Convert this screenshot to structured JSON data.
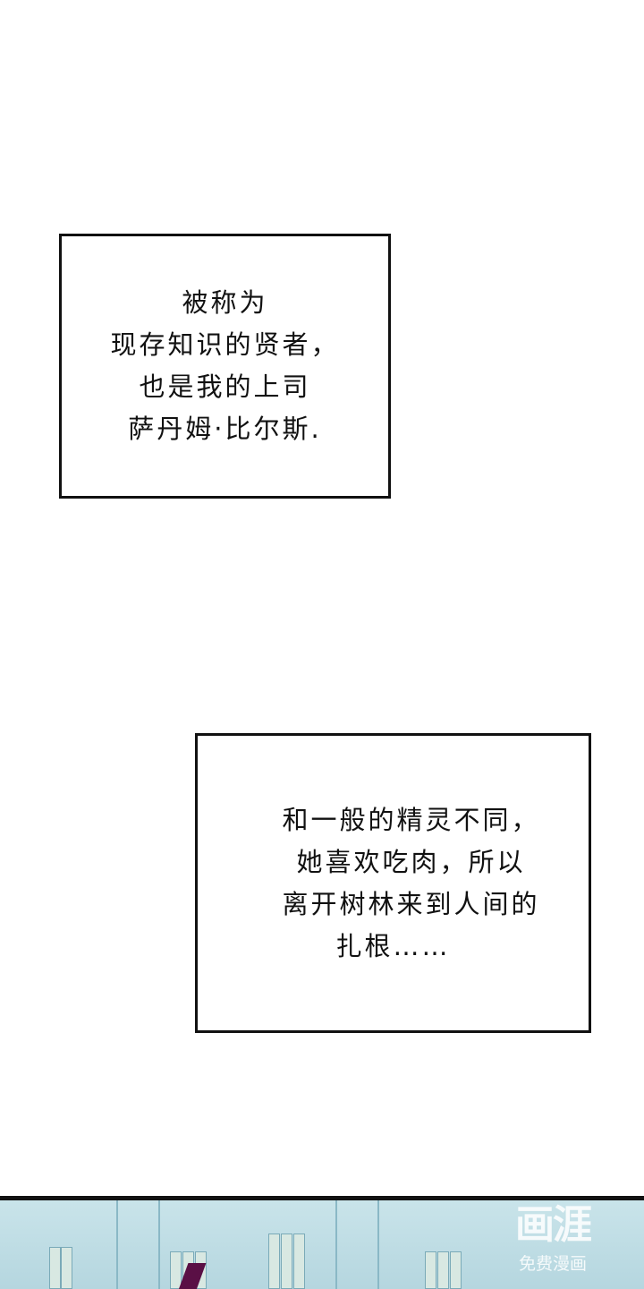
{
  "caption1": {
    "lines": [
      "被称为",
      "现存知识的贤者，",
      "也是我的上司",
      "萨丹姆·比尔斯."
    ]
  },
  "caption2": {
    "lines": [
      "和一般的精灵不同，",
      "她喜欢吃肉，所以",
      "离开树林来到人间的",
      "扎根……"
    ]
  },
  "watermark": {
    "logo": "画涯",
    "subtitle": "免费漫画"
  }
}
